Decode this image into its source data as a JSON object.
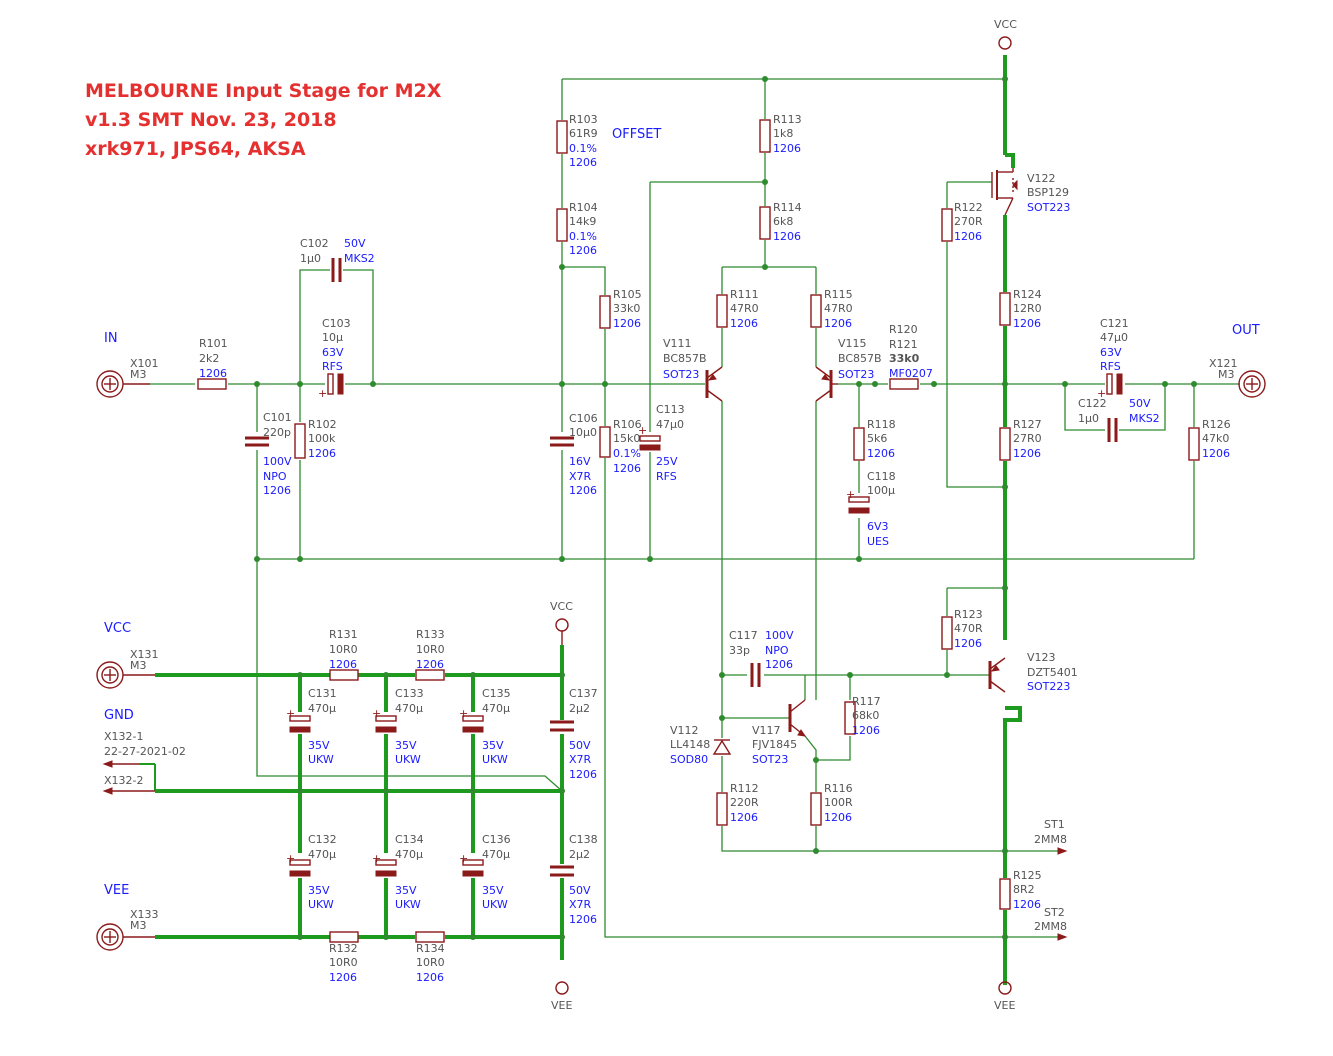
{
  "title": {
    "line1": "MELBOURNE Input Stage for M2X",
    "line2": "v1.3 SMT  Nov. 23, 2018",
    "line3": "xrk971, JPS64, AKSA"
  },
  "nets": {
    "in": "IN",
    "out": "OUT",
    "vcc": "VCC",
    "gnd": "GND",
    "vee": "VEE",
    "offset": "OFFSET",
    "vcc_top": "VCC",
    "vcc_mid": "VCC",
    "vee_mid": "VEE",
    "vee_bot": "VEE"
  },
  "connectors": {
    "x101": {
      "ref": "X101",
      "value": "M3"
    },
    "x121": {
      "ref": "X121",
      "value": "M3"
    },
    "x131": {
      "ref": "X131",
      "value": "M3"
    },
    "x133": {
      "ref": "X133",
      "value": "M3"
    },
    "x132_1": {
      "ref": "X132-1",
      "value": "22-27-2021-02"
    },
    "x132_2": {
      "ref": "X132-2"
    },
    "st1": {
      "ref": "ST1",
      "value": "2MM8"
    },
    "st2": {
      "ref": "ST2",
      "value": "2MM8"
    }
  },
  "parts": {
    "r101": {
      "ref": "R101",
      "value": "2k2",
      "pkg": "1206"
    },
    "r102": {
      "ref": "R102",
      "value": "100k",
      "pkg": "1206"
    },
    "r103": {
      "ref": "R103",
      "value": "61R9",
      "tol": "0.1%",
      "pkg": "1206"
    },
    "r104": {
      "ref": "R104",
      "value": "14k9",
      "tol": "0.1%",
      "pkg": "1206"
    },
    "r105": {
      "ref": "R105",
      "value": "33k0",
      "pkg": "1206"
    },
    "r106": {
      "ref": "R106",
      "value": "15k0",
      "tol": "0.1%",
      "pkg": "1206"
    },
    "r111": {
      "ref": "R111",
      "value": "47R0",
      "pkg": "1206"
    },
    "r112": {
      "ref": "R112",
      "value": "220R",
      "pkg": "1206"
    },
    "r113": {
      "ref": "R113",
      "value": "1k8",
      "pkg": "1206"
    },
    "r114": {
      "ref": "R114",
      "value": "6k8",
      "pkg": "1206"
    },
    "r115": {
      "ref": "R115",
      "value": "47R0",
      "pkg": "1206"
    },
    "r116": {
      "ref": "R116",
      "value": "100R",
      "pkg": "1206"
    },
    "r117": {
      "ref": "R117",
      "value": "68k0",
      "pkg": "1206"
    },
    "r118": {
      "ref": "R118",
      "value": "5k6",
      "pkg": "1206"
    },
    "r120": {
      "ref": "R120",
      "ref2": "R121",
      "value": "33k0",
      "pkg": "MF0207"
    },
    "r122": {
      "ref": "R122",
      "value": "270R",
      "pkg": "1206"
    },
    "r123": {
      "ref": "R123",
      "value": "470R",
      "pkg": "1206"
    },
    "r124": {
      "ref": "R124",
      "value": "12R0",
      "pkg": "1206"
    },
    "r125": {
      "ref": "R125",
      "value": "8R2",
      "pkg": "1206"
    },
    "r126": {
      "ref": "R126",
      "value": "47k0",
      "pkg": "1206"
    },
    "r127": {
      "ref": "R127",
      "value": "27R0",
      "pkg": "1206"
    },
    "r131": {
      "ref": "R131",
      "value": "10R0",
      "pkg": "1206"
    },
    "r132": {
      "ref": "R132",
      "value": "10R0",
      "pkg": "1206"
    },
    "r133": {
      "ref": "R133",
      "value": "10R0",
      "pkg": "1206"
    },
    "r134": {
      "ref": "R134",
      "value": "10R0",
      "pkg": "1206"
    },
    "c101": {
      "ref": "C101",
      "value": "220p",
      "volt": "100V",
      "type": "NPO",
      "pkg": "1206"
    },
    "c102": {
      "ref": "C102",
      "value": "1µ0",
      "volt": "50V",
      "type": "MKS2"
    },
    "c103": {
      "ref": "C103",
      "value": "10µ",
      "volt": "63V",
      "type": "RFS"
    },
    "c106": {
      "ref": "C106",
      "value": "10µ0",
      "volt": "16V",
      "type": "X7R",
      "pkg": "1206"
    },
    "c113": {
      "ref": "C113",
      "value": "47µ0",
      "volt": "25V",
      "type": "RFS"
    },
    "c117": {
      "ref": "C117",
      "value": "33p",
      "volt": "100V",
      "type": "NPO",
      "pkg": "1206"
    },
    "c118": {
      "ref": "C118",
      "value": "100µ",
      "volt": "6V3",
      "type": "UES"
    },
    "c121": {
      "ref": "C121",
      "value": "47µ0",
      "volt": "63V",
      "type": "RFS"
    },
    "c122": {
      "ref": "C122",
      "value": "1µ0",
      "volt": "50V",
      "type": "MKS2"
    },
    "c131": {
      "ref": "C131",
      "value": "470µ",
      "volt": "35V",
      "type": "UKW"
    },
    "c132": {
      "ref": "C132",
      "value": "470µ",
      "volt": "35V",
      "type": "UKW"
    },
    "c133": {
      "ref": "C133",
      "value": "470µ",
      "volt": "35V",
      "type": "UKW"
    },
    "c134": {
      "ref": "C134",
      "value": "470µ",
      "volt": "35V",
      "type": "UKW"
    },
    "c135": {
      "ref": "C135",
      "value": "470µ",
      "volt": "35V",
      "type": "UKW"
    },
    "c136": {
      "ref": "C136",
      "value": "470µ",
      "volt": "35V",
      "type": "UKW"
    },
    "c137": {
      "ref": "C137",
      "value": "2µ2",
      "volt": "50V",
      "type": "X7R",
      "pkg": "1206"
    },
    "c138": {
      "ref": "C138",
      "value": "2µ2",
      "volt": "50V",
      "type": "X7R",
      "pkg": "1206"
    },
    "v111": {
      "ref": "V111",
      "value": "BC857B",
      "pkg": "SOT23"
    },
    "v112": {
      "ref": "V112",
      "value": "LL4148",
      "pkg": "SOD80"
    },
    "v115": {
      "ref": "V115",
      "value": "BC857B",
      "pkg": "SOT23"
    },
    "v117": {
      "ref": "V117",
      "value": "FJV1845",
      "pkg": "SOT23"
    },
    "v122": {
      "ref": "V122",
      "value": "BSP129",
      "pkg": "SOT223"
    },
    "v123": {
      "ref": "V123",
      "value": "DZT5401",
      "pkg": "SOT223"
    }
  }
}
